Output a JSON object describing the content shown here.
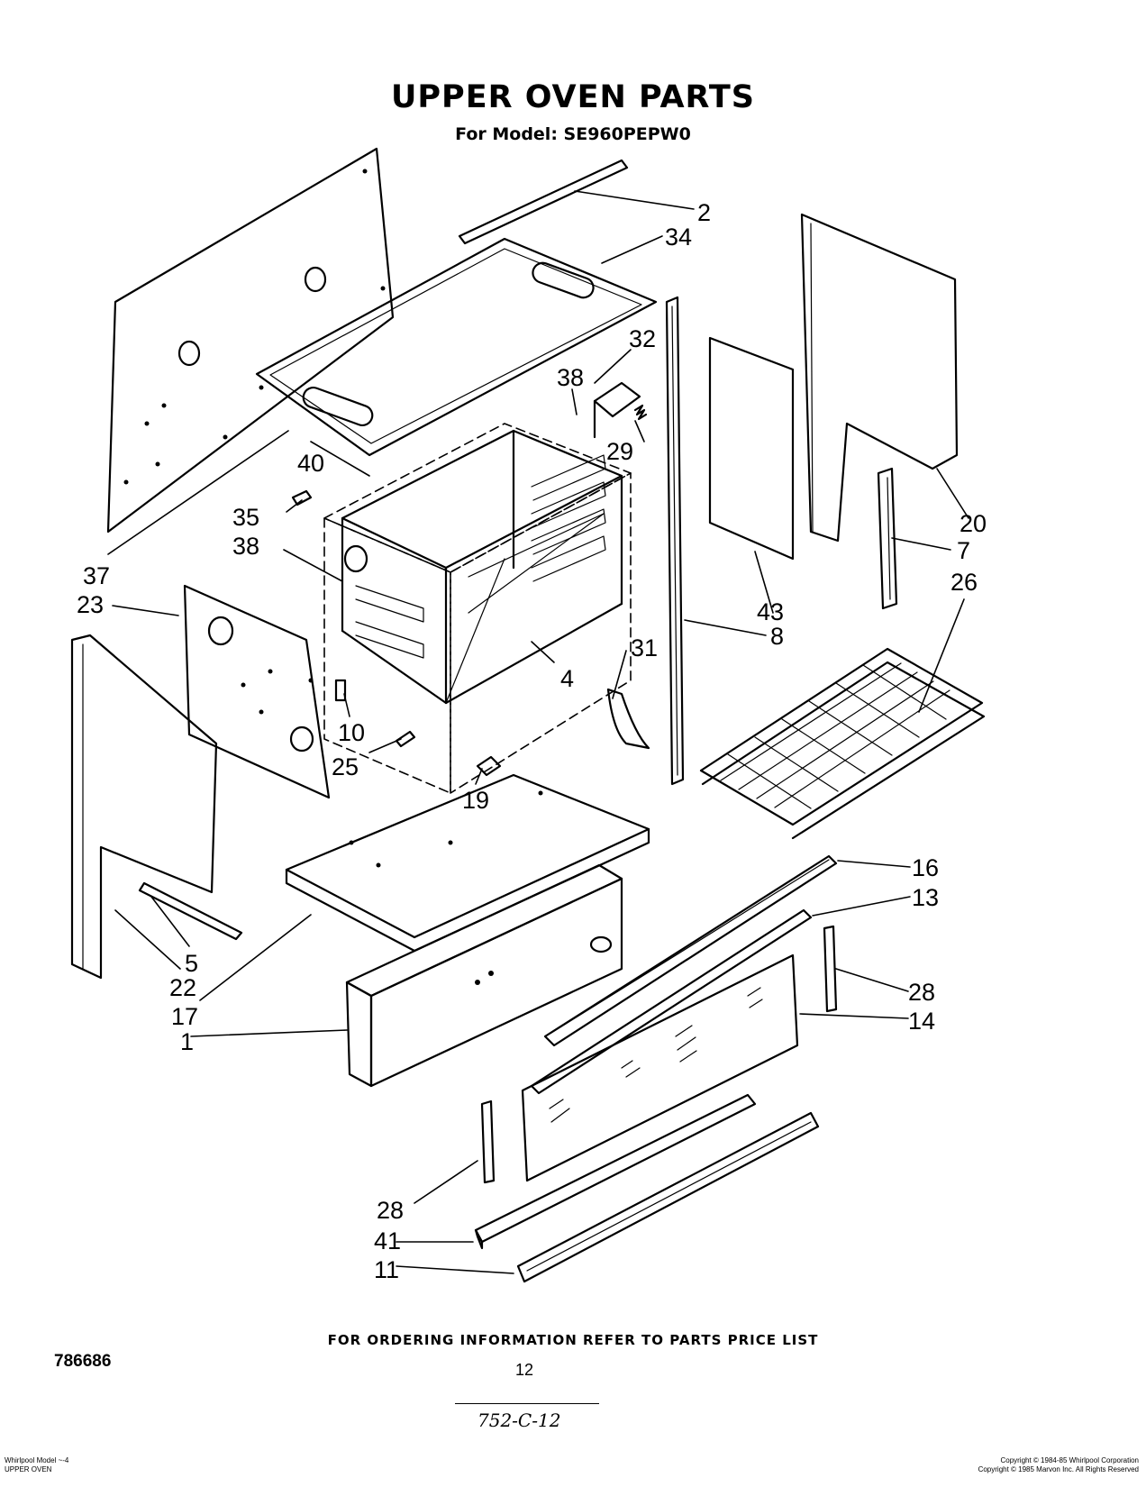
{
  "header": {
    "title": "UPPER OVEN PARTS",
    "model_line": "For Model: SE960PEPW0"
  },
  "callouts": {
    "c1": "1",
    "c2": "2",
    "c4": "4",
    "c5": "5",
    "c7": "7",
    "c8": "8",
    "c10": "10",
    "c11": "11",
    "c13": "13",
    "c14": "14",
    "c16": "16",
    "c17": "17",
    "c19": "19",
    "c20": "20",
    "c22": "22",
    "c23": "23",
    "c25": "25",
    "c26": "26",
    "c28a": "28",
    "c28b": "28",
    "c29": "29",
    "c31": "31",
    "c32": "32",
    "c34": "34",
    "c35": "35",
    "c37": "37",
    "c38a": "38",
    "c38b": "38",
    "c40": "40",
    "c41": "41",
    "c43": "43"
  },
  "footer": {
    "ordering_note": "FOR ORDERING INFORMATION REFER TO PARTS PRICE LIST",
    "doc_number": "786686",
    "page_number": "12",
    "handwritten": "752-C-12",
    "small_left": [
      "Whirlpool Model ~-4",
      "UPPER OVEN"
    ],
    "small_right": [
      "Copyright © 1984-85 Whirlpool Corporation",
      "Copyright © 1985 Marvon Inc. All Rights Reserved"
    ]
  }
}
